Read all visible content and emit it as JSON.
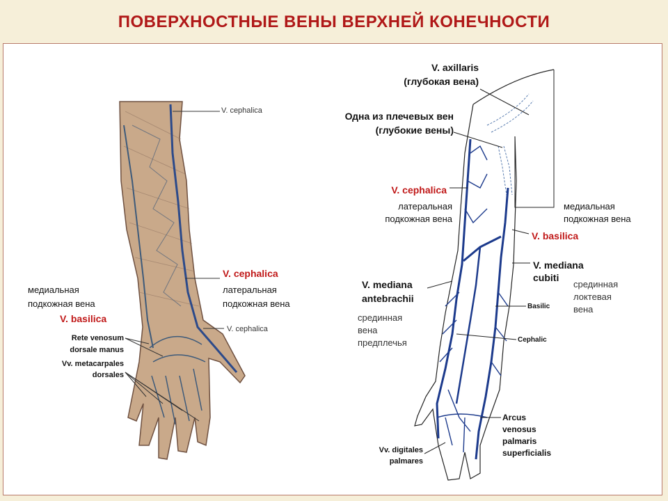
{
  "title": "ПОВЕРХНОСТНЫЕ ВЕНЫ ВЕРХНЕЙ КОНЕЧНОСТИ",
  "left": {
    "cephalica_top": "V. cephalica",
    "cephalica_mid": "V. cephalica",
    "lateral_1": "латеральная",
    "lateral_2": "подкожная вена",
    "medial_1": "медиальная",
    "medial_2": "подкожная вена",
    "basilica": "V. basilica",
    "rete_1": "Rete venosum",
    "rete_2": "dorsale manus",
    "vv_meta_1": "Vv. metacarpales",
    "vv_meta_2": "dorsales",
    "cephalica_hand": "V. cephalica"
  },
  "right": {
    "axillaris_1": "V. axillaris",
    "axillaris_2": "(глубокая вена)",
    "brachial_1": "Одна из плечевых вен",
    "brachial_2": "(глубокие вены)",
    "cephalica": "V. cephalica",
    "lateral_1": "латеральная",
    "lateral_2": "подкожная вена",
    "medial_1": "медиальная",
    "medial_2": "подкожная вена",
    "basilica": "V. basilica",
    "mediana_cubiti_1": "V. mediana",
    "mediana_cubiti_2": "cubiti",
    "cubital_1": "срединная",
    "cubital_2": "локтевая",
    "cubital_3": "вена",
    "mediana_ante_1": "V. mediana",
    "mediana_ante_2": "antebrachii",
    "forearm_1": "срединная",
    "forearm_2": "вена",
    "forearm_3": "предплечья",
    "basilic_small": "Basilic",
    "cephalic_small": "Cephalic",
    "arcus_1": "Arcus",
    "arcus_2": "venosus",
    "arcus_3": "palmaris",
    "arcus_4": "superficialis",
    "digitales_1": "Vv. digitales",
    "digitales_2": "palmares"
  },
  "colors": {
    "title": "#b01818",
    "highlight": "#c01818",
    "vein_blue": "#1c3a8c",
    "skin": "#c9a98a"
  }
}
